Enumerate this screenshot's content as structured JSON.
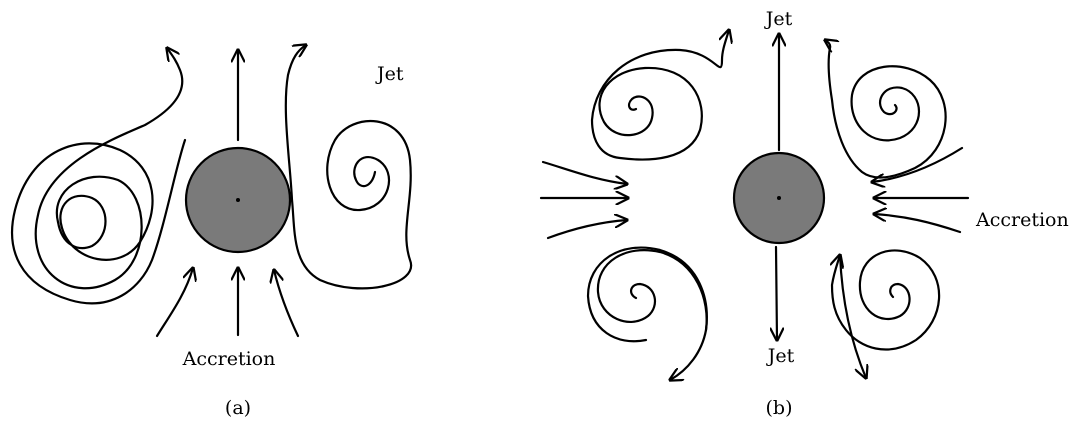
{
  "panels": [
    {
      "caption": "(a)",
      "labels": {
        "jet": "Jet",
        "accretion": "Accretion"
      }
    },
    {
      "caption": "(b)",
      "labels": {
        "jet_top": "Jet",
        "jet_bottom": "Jet",
        "accretion": "Accretion"
      }
    }
  ],
  "colors": {
    "body_fill": "#7a7a7a",
    "line": "#000000",
    "background": "#ffffff"
  }
}
